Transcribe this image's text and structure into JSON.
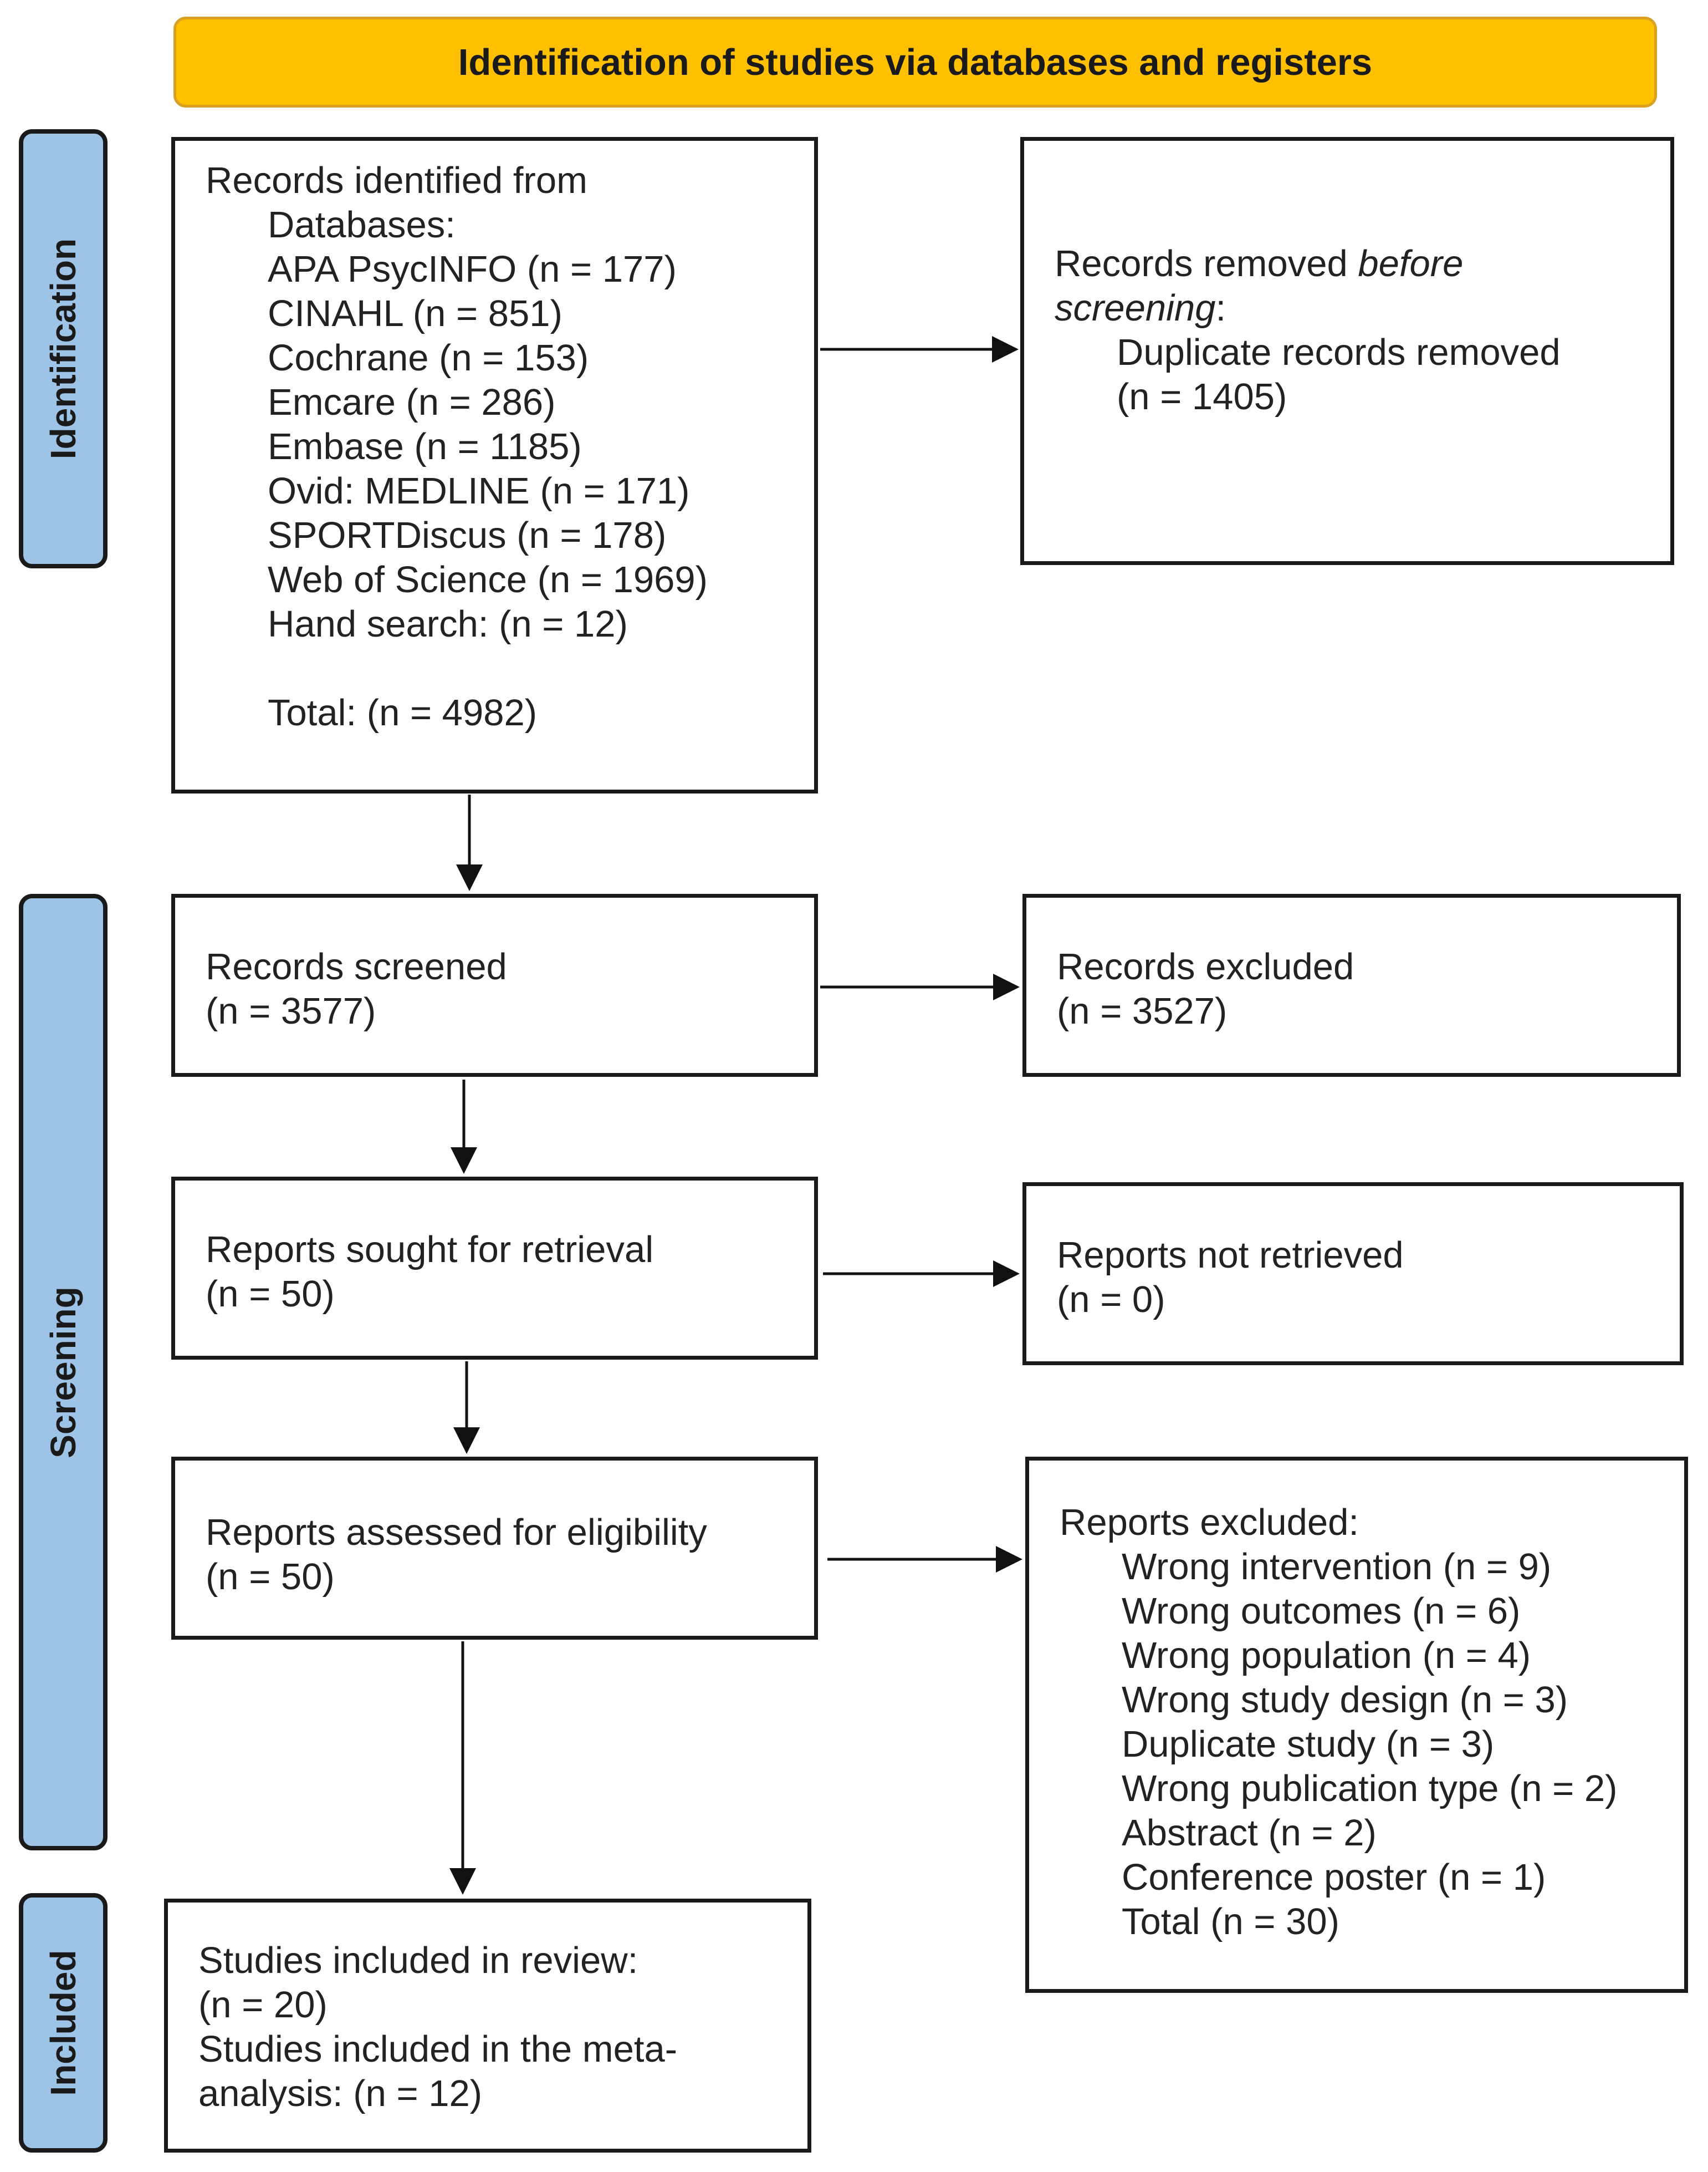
{
  "banner": {
    "title": "Identification of studies via databases and registers",
    "color": "#FFC000"
  },
  "phases": {
    "identification": "Identification",
    "screening": "Screening",
    "included": "Included",
    "color": "#9DC3E6"
  },
  "records_identified": {
    "heading": "Records identified from",
    "subheading": "Databases:",
    "sources": [
      "APA PsycINFO (n = 177)",
      "CINAHL (n = 851)",
      "Cochrane (n = 153)",
      "Emcare (n = 286)",
      "Embase (n = 1185)",
      "Ovid: MEDLINE (n = 171)",
      "SPORTDiscus (n = 178)",
      "Web of Science (n = 1969)",
      "Hand search: (n = 12)"
    ],
    "total": "Total: (n = 4982)"
  },
  "records_removed": {
    "line1_prefix": "Records removed ",
    "line1_emph": "before",
    "line2_emph": "screening",
    "line2_suffix": ":",
    "item": "Duplicate records removed",
    "count": "(n = 1405)"
  },
  "records_screened": {
    "label": "Records screened",
    "count": "(n = 3577)"
  },
  "records_excluded": {
    "label": "Records excluded",
    "count": "(n = 3527)"
  },
  "reports_sought": {
    "label": "Reports sought for retrieval",
    "count": "(n = 50)"
  },
  "reports_not_retrieved": {
    "label": "Reports not retrieved",
    "count": "(n = 0)"
  },
  "reports_assessed": {
    "label": "Reports assessed for eligibility",
    "count": "(n = 50)"
  },
  "reports_excluded": {
    "heading": "Reports excluded:",
    "reasons": [
      "Wrong intervention (n = 9)",
      "Wrong outcomes (n = 6)",
      "Wrong population (n = 4)",
      "Wrong study design (n = 3)",
      "Duplicate study (n = 3)",
      "Wrong publication type (n = 2)",
      "Abstract (n = 2)",
      "Conference poster (n = 1)",
      "Total (n = 30)"
    ]
  },
  "studies_included": {
    "line1": "Studies included in review:",
    "line2": "(n = 20)",
    "line3": "Studies included in the meta-",
    "line4": "analysis: (n = 12)"
  }
}
